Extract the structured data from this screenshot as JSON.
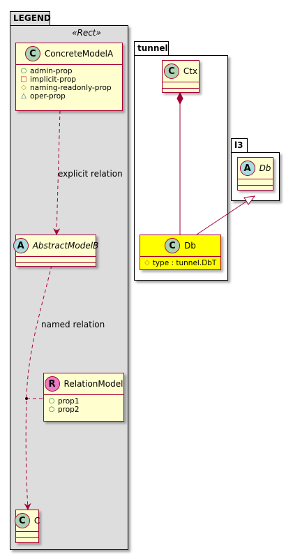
{
  "legend_package": {
    "name": "LEGEND",
    "stereotype": "«Rect»",
    "classes": {
      "concrete_a": {
        "badge": "C",
        "name": "ConcreteModelA",
        "attributes": [
          {
            "vis": "○",
            "name": "admin-prop"
          },
          {
            "vis": "□",
            "name": "implicit-prop"
          },
          {
            "vis": "◇",
            "name": "naming-readonly-prop"
          },
          {
            "vis": "△",
            "name": "oper-prop"
          }
        ]
      },
      "abstract_b": {
        "badge": "A",
        "name": "AbstractModelB"
      },
      "relation_model": {
        "badge": "R",
        "name": "RelationModel",
        "attributes": [
          {
            "vis": "○",
            "name": "prop1"
          },
          {
            "vis": "○",
            "name": "prop2"
          }
        ]
      },
      "c": {
        "badge": "C",
        "name": "C"
      }
    },
    "relations": {
      "explicit": "explicit relation",
      "named": "named relation"
    }
  },
  "tunnel_package": {
    "name": "tunnel",
    "classes": {
      "ctx": {
        "badge": "C",
        "name": "Ctx"
      },
      "db": {
        "badge": "C",
        "name": "Db",
        "attributes": [
          {
            "vis": "◇",
            "name": "type : tunnel.DbT"
          }
        ]
      }
    }
  },
  "l3_package": {
    "name": "l3",
    "classes": {
      "db": {
        "badge": "A",
        "name": "Db"
      }
    }
  },
  "colors": {
    "class_fill": "#FEFECE",
    "class_border": "#A80036",
    "highlight_fill": "#FFFF00",
    "legend_bg": "#DDDDDD",
    "badge_concrete": "#ADD1B2",
    "badge_abstract": "#A9DCDF",
    "badge_relation": "#EB7BC3"
  }
}
